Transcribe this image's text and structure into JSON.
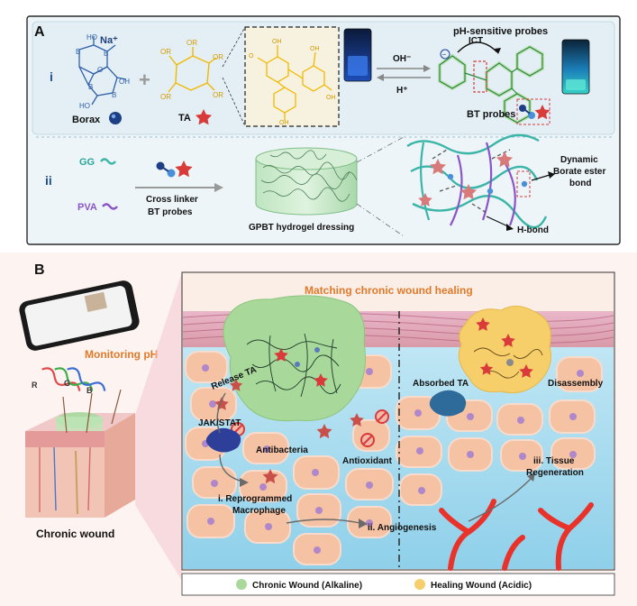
{
  "panel_a": {
    "label": "A",
    "row_i": "i",
    "row_ii": "ii",
    "borax_label": "Borax",
    "na_label": "Na⁺",
    "ta_label": "TA",
    "probes_title": "pH-sensitive probes",
    "oh_label": "OH⁻",
    "h_label": "H⁺",
    "ict_label": "ICT",
    "bt_probes_label": "BT probes",
    "gg_label": "GG",
    "pva_label": "PVA",
    "cross_linker_line1": "Cross linker",
    "cross_linker_line2": "BT probes",
    "hydrogel_label": "GPBT hydrogel dressing",
    "dynamic_line1": "Dynamic",
    "dynamic_line2": "Borate ester",
    "dynamic_line3": "bond",
    "hbond_label": "H-bond",
    "atoms": {
      "b": "B",
      "o": "O",
      "ho": "HO",
      "oh": "OH",
      "or": "OR"
    }
  },
  "panel_b": {
    "label": "B",
    "monitoring": "Monitoring pH",
    "rgb": [
      "R",
      "G",
      "B"
    ],
    "chronic_wound": "Chronic wound",
    "title": "Matching chronic wound healing",
    "release_ta": "Release TA",
    "jak_stat": "JAK/STAT",
    "antibacteria": "Antibacteria",
    "antioxidant": "Antioxidant",
    "reprogrammed_line1": "i. Reprogrammed",
    "reprogrammed_line2": "Macrophage",
    "angiogenesis": "ii. Angiogenesis",
    "absorbed_ta": "Absorbed TA",
    "disassembly": "Disassembly",
    "tissue_line1": "iii. Tissue",
    "tissue_line2": "Regeneration",
    "legend_alkaline": "Chronic Wound (Alkaline)",
    "legend_acidic": "Healing Wound (Acidic)"
  },
  "colors": {
    "panel_a_bg": "#eef5f8",
    "panel_b_bg": "#fdf0ed",
    "title_orange": "#e07a2a",
    "ta_star": "#d93a3a",
    "borax_blue": "#2f5fa8",
    "ta_yellow": "#f2b800",
    "probe_green": "#7cc84a",
    "gg_teal": "#3bb5a8",
    "pva_purple": "#8a55c8",
    "alkaline_green": "#a8d99a",
    "acidic_yellow": "#f6cf6a"
  }
}
